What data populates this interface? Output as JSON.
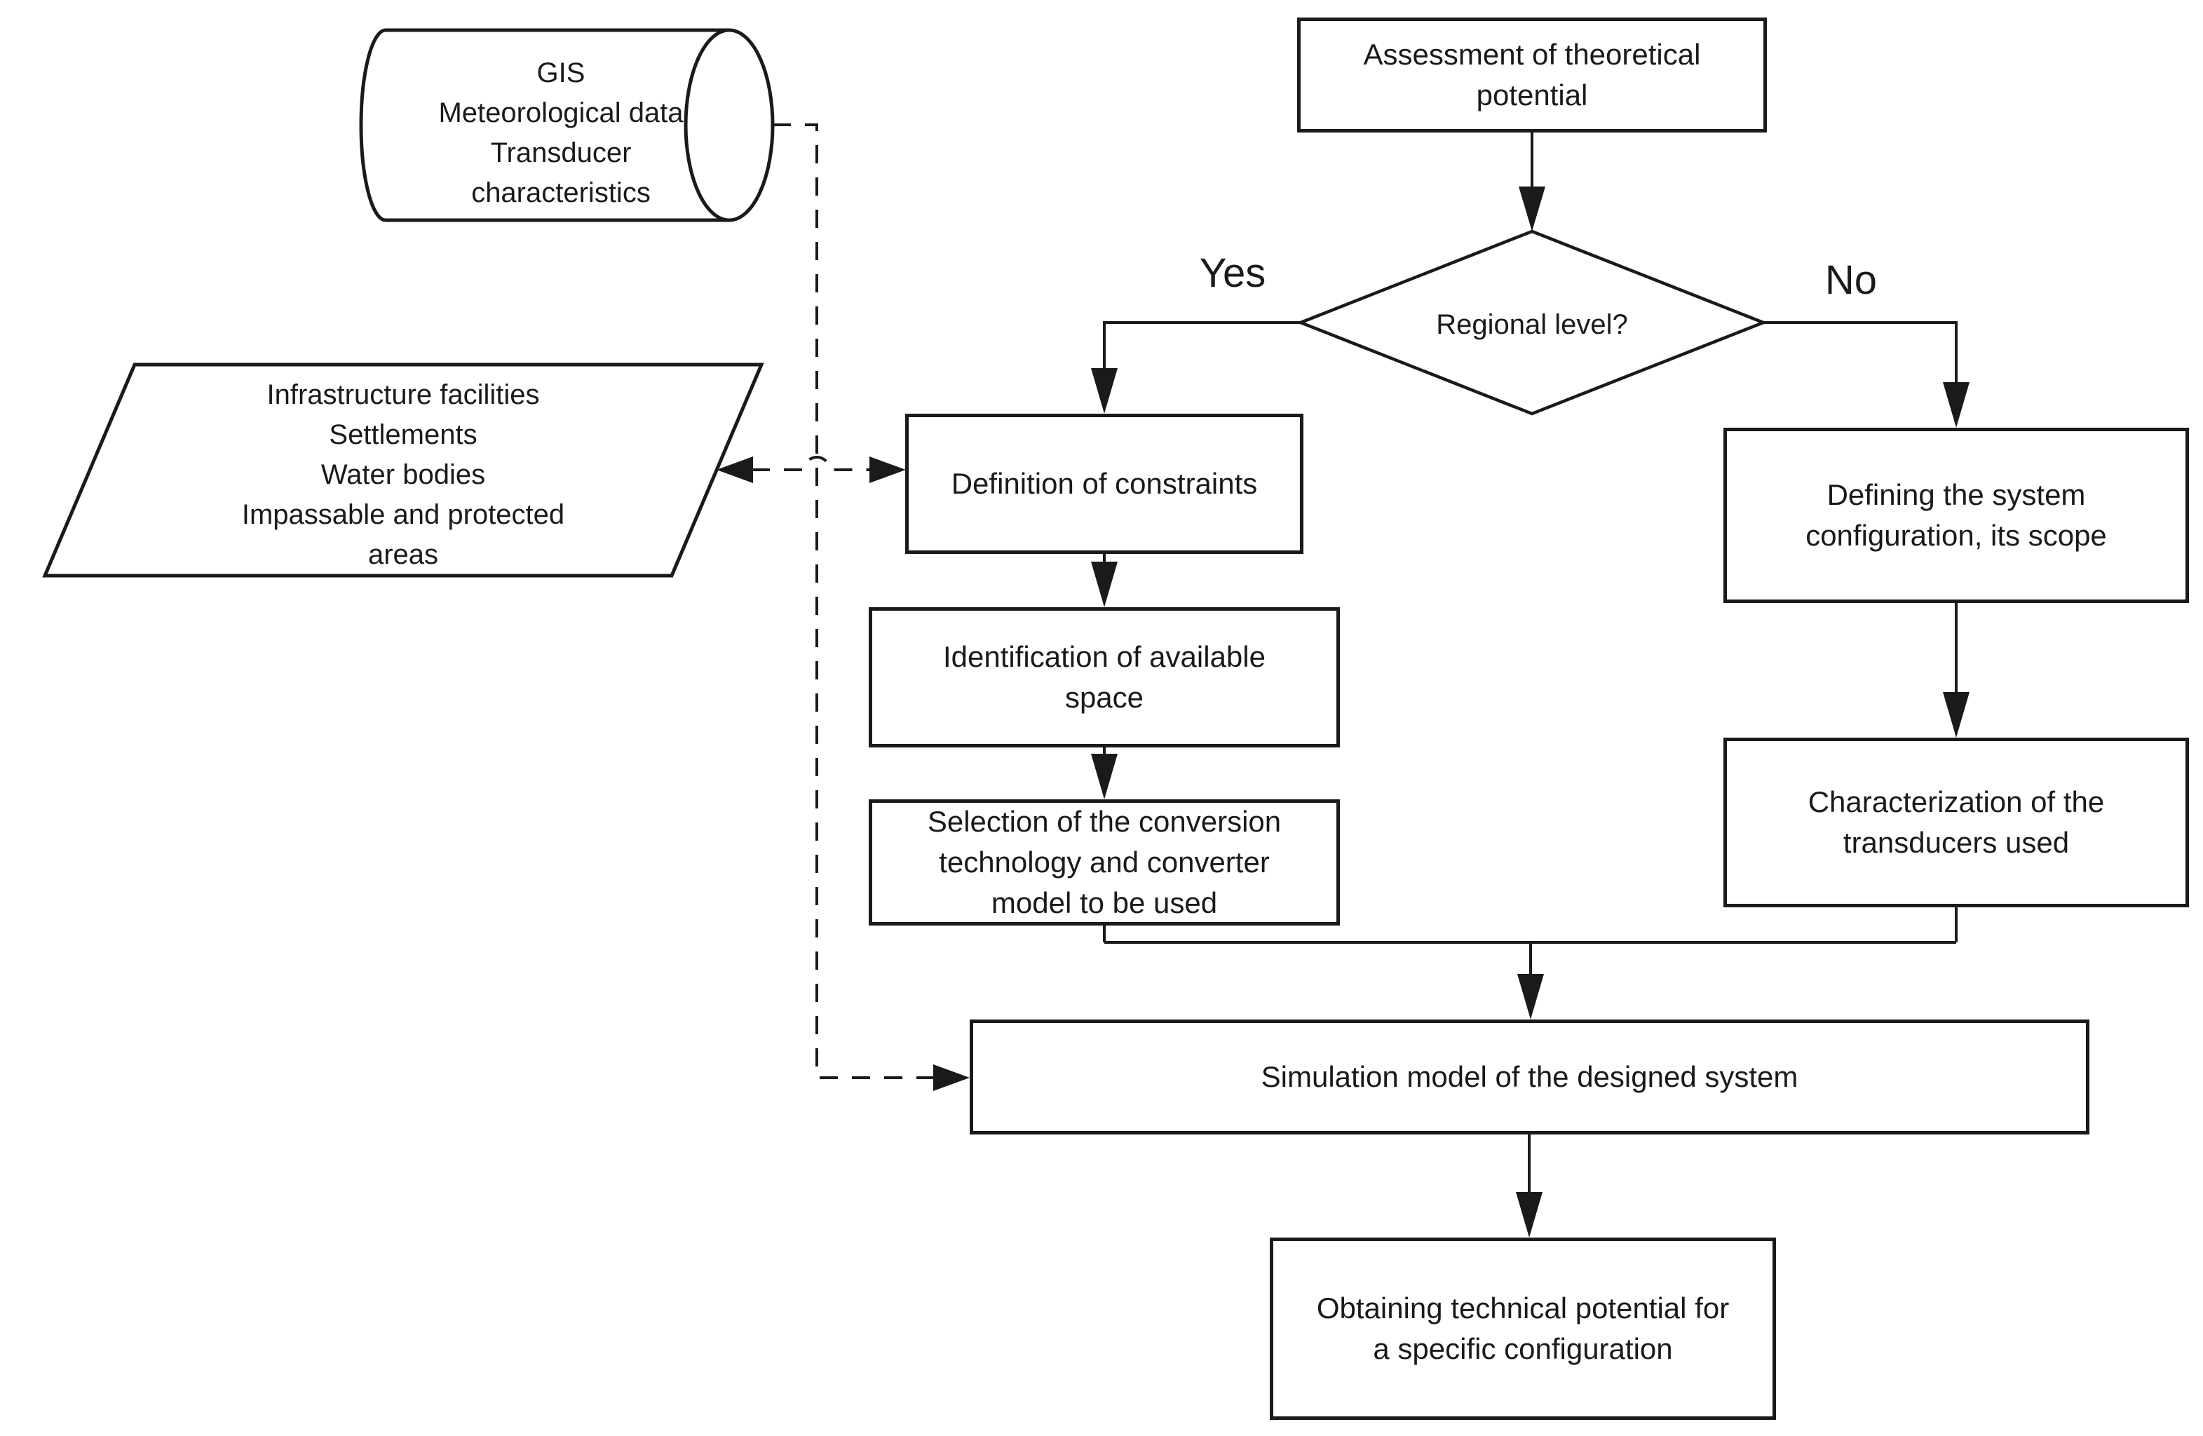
{
  "diagram": {
    "background_color": "#ffffff",
    "line_color": "#1a1a1a",
    "branch_labels": {
      "yes": "Yes",
      "no": "No"
    },
    "nodes": {
      "datastore": {
        "shape": "cylinder",
        "lines": [
          "GIS",
          "Meteorological data",
          "Transducer",
          "characteristics"
        ]
      },
      "inputs": {
        "shape": "parallelogram",
        "lines": [
          "Infrastructure facilities",
          "Settlements",
          "Water bodies",
          "Impassable and protected",
          "areas"
        ]
      },
      "assessment": {
        "shape": "process",
        "lines": [
          "Assessment of theoretical",
          "potential"
        ]
      },
      "regional_level": {
        "shape": "decision",
        "label": "Regional level?"
      },
      "definition_of_constraints": {
        "shape": "process",
        "lines": [
          "Definition of constraints"
        ]
      },
      "identification_of_space": {
        "shape": "process",
        "lines": [
          "Identification of available",
          "space"
        ]
      },
      "selection_of_technology": {
        "shape": "process",
        "lines": [
          "Selection of the conversion",
          "technology and converter",
          "model to be used"
        ]
      },
      "defining_configuration": {
        "shape": "process",
        "lines": [
          "Defining the system",
          "configuration, its scope"
        ]
      },
      "characterization_transducers": {
        "shape": "process",
        "lines": [
          "Characterization of the",
          "transducers used"
        ]
      },
      "simulation_model": {
        "shape": "process",
        "lines": [
          "Simulation model of the designed system"
        ]
      },
      "obtaining_potential": {
        "shape": "process",
        "lines": [
          "Obtaining technical potential for",
          "a specific configuration"
        ]
      }
    }
  }
}
